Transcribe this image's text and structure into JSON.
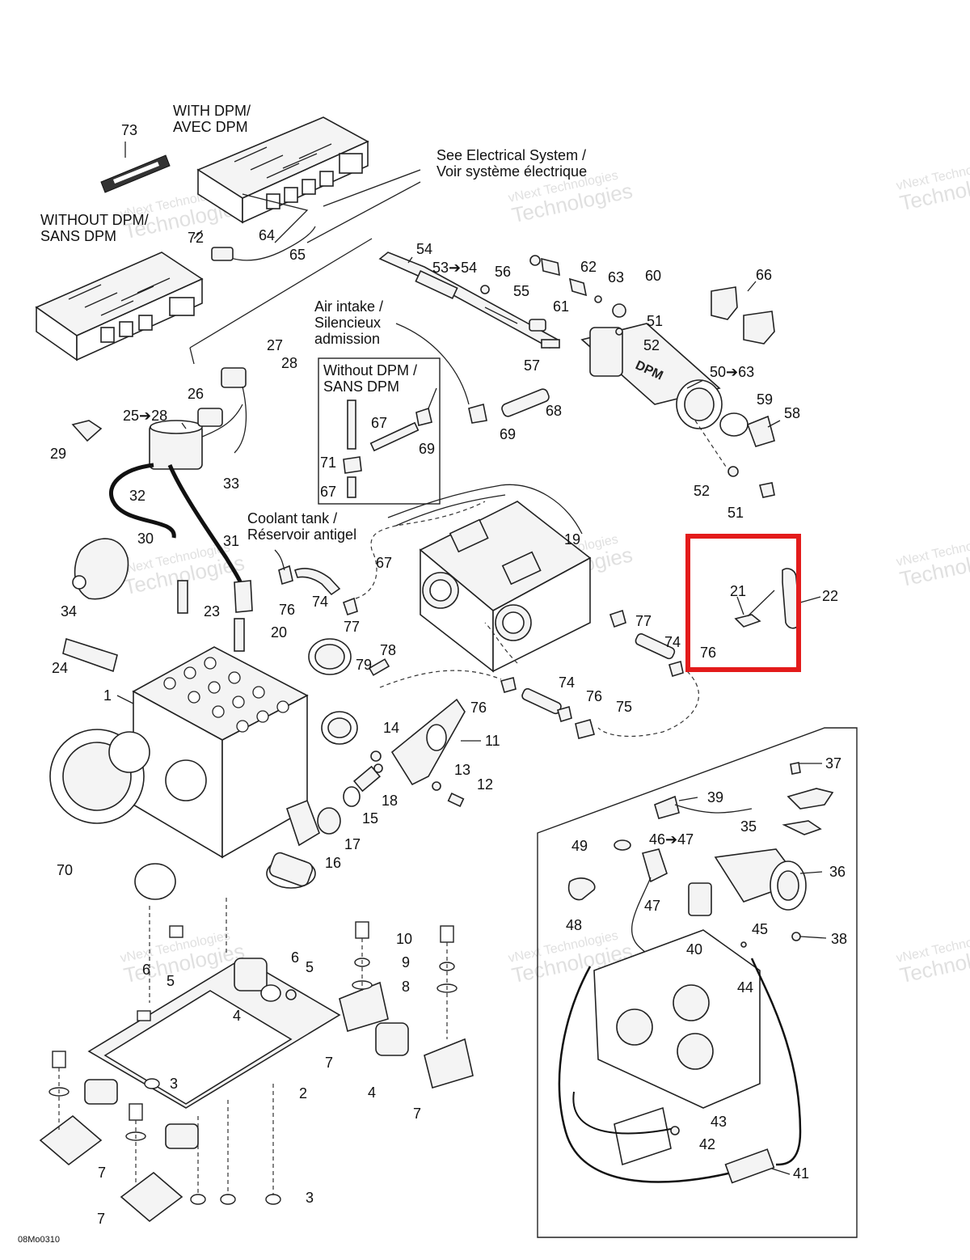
{
  "figure_code": "08Mo0310",
  "annotations": {
    "with_dpm": [
      "WITH DPM/",
      "AVEC DPM"
    ],
    "without_dpm": [
      "WITHOUT DPM/",
      "SANS DPM"
    ],
    "electrical": [
      "See Electrical System /",
      "Voir système électrique"
    ],
    "air_intake": [
      "Air intake /",
      "Silencieux",
      "admission"
    ],
    "without_dpm_box": [
      "Without DPM /",
      "SANS DPM"
    ],
    "coolant": [
      "Coolant tank /",
      "Réservoir antigel"
    ]
  },
  "watermark": [
    "vNext Technologies",
    "Technologies"
  ],
  "part_labels": [
    "73",
    "72",
    "64",
    "65",
    "54",
    "53➔54",
    "56",
    "55",
    "62",
    "63",
    "60",
    "61",
    "51",
    "52",
    "57",
    "50➔63",
    "59",
    "58",
    "52",
    "51",
    "66",
    "27",
    "28",
    "26",
    "25➔28",
    "29",
    "32",
    "33",
    "30",
    "31",
    "34",
    "23",
    "24",
    "20",
    "76",
    "74",
    "77",
    "79",
    "78",
    "67",
    "68",
    "69",
    "67",
    "69",
    "71",
    "67",
    "19",
    "21",
    "22",
    "77",
    "74",
    "76",
    "74",
    "76",
    "76",
    "75",
    "1",
    "14",
    "11",
    "13",
    "12",
    "18",
    "15",
    "17",
    "16",
    "70",
    "10",
    "9",
    "8",
    "6",
    "5",
    "6",
    "5",
    "4",
    "4",
    "7",
    "7",
    "7",
    "7",
    "3",
    "3",
    "2",
    "37",
    "39",
    "35",
    "36",
    "49",
    "46➔47",
    "47",
    "48",
    "40",
    "45",
    "38",
    "44",
    "43",
    "42",
    "41"
  ],
  "highlight": {
    "color": "#e31b1b",
    "parts": [
      "21",
      "22"
    ]
  }
}
